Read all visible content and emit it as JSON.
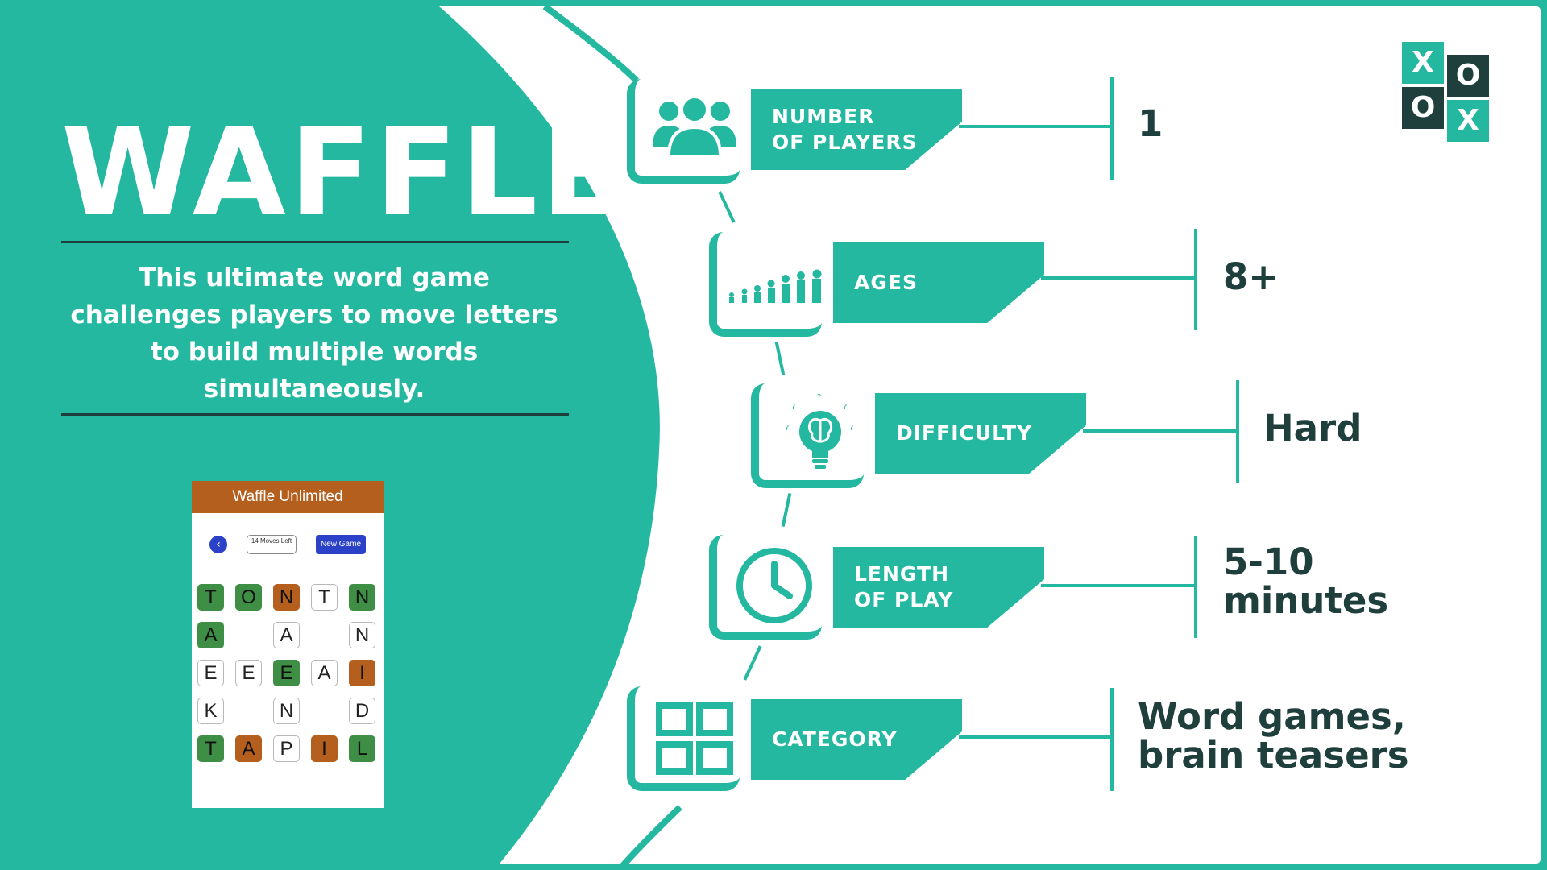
{
  "title": "WAFFLE",
  "description": "This ultimate word game challenges players to move letters to build multiple words simultaneously.",
  "colors": {
    "teal": "#25b8a0",
    "dark": "#1f3f3d",
    "white": "#ffffff",
    "tile_green": "#3e8e45",
    "tile_orange": "#b45f1d",
    "button_blue": "#2b42c8"
  },
  "logo": {
    "cells": [
      "X",
      "O",
      "O",
      "X"
    ]
  },
  "phone": {
    "header": "Waffle Unlimited",
    "back_icon": "chevron-left-icon",
    "back_glyph": "‹",
    "moves": "14 Moves Left",
    "new_game": "New Game",
    "grid": [
      [
        {
          "l": "T",
          "s": "g"
        },
        {
          "l": "O",
          "s": "g"
        },
        {
          "l": "N",
          "s": "o"
        },
        {
          "l": "T",
          "s": "w"
        },
        {
          "l": "N",
          "s": "g"
        }
      ],
      [
        {
          "l": "A",
          "s": "g"
        },
        null,
        {
          "l": "A",
          "s": "w"
        },
        null,
        {
          "l": "N",
          "s": "w"
        }
      ],
      [
        {
          "l": "E",
          "s": "w"
        },
        {
          "l": "E",
          "s": "w"
        },
        {
          "l": "E",
          "s": "g"
        },
        {
          "l": "A",
          "s": "w"
        },
        {
          "l": "I",
          "s": "o"
        }
      ],
      [
        {
          "l": "K",
          "s": "w"
        },
        null,
        {
          "l": "N",
          "s": "w"
        },
        null,
        {
          "l": "D",
          "s": "w"
        }
      ],
      [
        {
          "l": "T",
          "s": "g"
        },
        {
          "l": "A",
          "s": "o"
        },
        {
          "l": "P",
          "s": "w"
        },
        {
          "l": "I",
          "s": "o"
        },
        {
          "l": "L",
          "s": "g"
        }
      ]
    ]
  },
  "info": [
    {
      "icon": "people-icon",
      "label": "NUMBER\nOF PLAYERS",
      "value": "1"
    },
    {
      "icon": "ages-figures-icon",
      "label": "AGES",
      "value": "8+"
    },
    {
      "icon": "brain-lightbulb-icon",
      "label": "DIFFICULTY",
      "value": "Hard"
    },
    {
      "icon": "clock-icon",
      "label": "LENGTH\nOF PLAY",
      "value": "5-10\nminutes"
    },
    {
      "icon": "grid-icon",
      "label": "CATEGORY",
      "value": "Word games,\nbrain teasers"
    }
  ]
}
